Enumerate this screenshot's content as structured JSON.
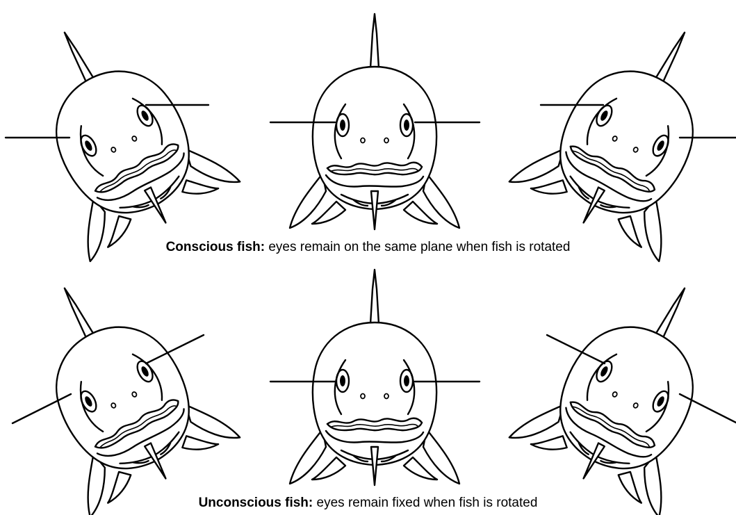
{
  "captions": {
    "conscious_bold": "Conscious fish:",
    "conscious_rest": " eyes remain on the same plane when fish is rotated",
    "unconscious_bold": "Unconscious fish:",
    "unconscious_rest": " eyes remain fixed when fish is rotated"
  },
  "rows": [
    {
      "name": "conscious",
      "fish": [
        {
          "rotation_deg": -28,
          "eye_lines": "horizontal"
        },
        {
          "rotation_deg": 0,
          "eye_lines": "horizontal"
        },
        {
          "rotation_deg": 28,
          "eye_lines": "horizontal"
        }
      ]
    },
    {
      "name": "unconscious",
      "fish": [
        {
          "rotation_deg": -28,
          "eye_lines": "rotated-with-fish"
        },
        {
          "rotation_deg": 0,
          "eye_lines": "horizontal"
        },
        {
          "rotation_deg": 28,
          "eye_lines": "rotated-with-fish"
        }
      ]
    }
  ]
}
